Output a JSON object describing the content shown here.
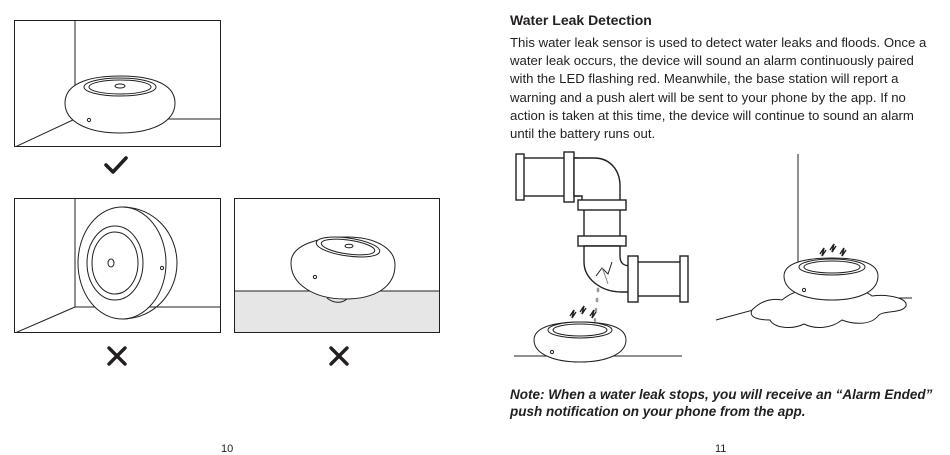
{
  "left_page": {
    "page_number": "10",
    "marks": [
      {
        "name": "correct",
        "icon": "checkmark-icon"
      },
      {
        "name": "wrong-wall",
        "icon": "cross-icon"
      },
      {
        "name": "wrong-water",
        "icon": "cross-icon"
      }
    ]
  },
  "right_page": {
    "page_number": "11",
    "title": "Water Leak Detection",
    "body": "This water leak sensor is used to detect water leaks and floods. Once a water leak occurs, the device will sound an alarm continuously paired with the LED flashing red. Meanwhile, the base station will report a warning and a push alert will be sent to your phone by the app. If no action is taken at this time, the device will continue to sound an alarm until the battery runs out.",
    "note": "Note: When a water leak stops, you will receive an “Alarm Ended” push notification on your phone from the app."
  },
  "colors": {
    "ink": "#231f20",
    "water_fill": "#e6e6e6"
  }
}
